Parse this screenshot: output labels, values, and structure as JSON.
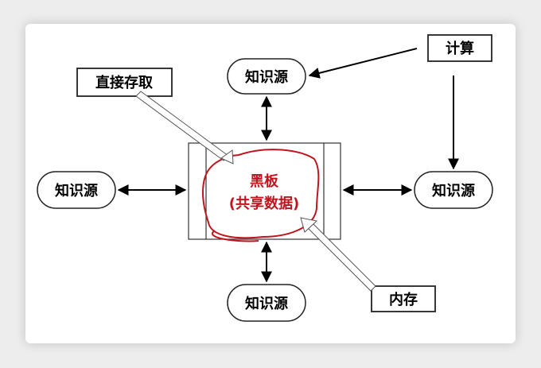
{
  "diagram": {
    "center": {
      "title": "黑板",
      "subtitle": "(共享数据)"
    },
    "knowledge_sources": {
      "top": "知识源",
      "left": "知识源",
      "right": "知识源",
      "bottom": "知识源"
    },
    "labels": {
      "direct_access": "直接存取",
      "compute": "计算",
      "memory": "内存"
    }
  },
  "colors": {
    "ink": "#000000",
    "annotation": "#c0151e",
    "card": "#ffffff",
    "background": "#ededed"
  }
}
